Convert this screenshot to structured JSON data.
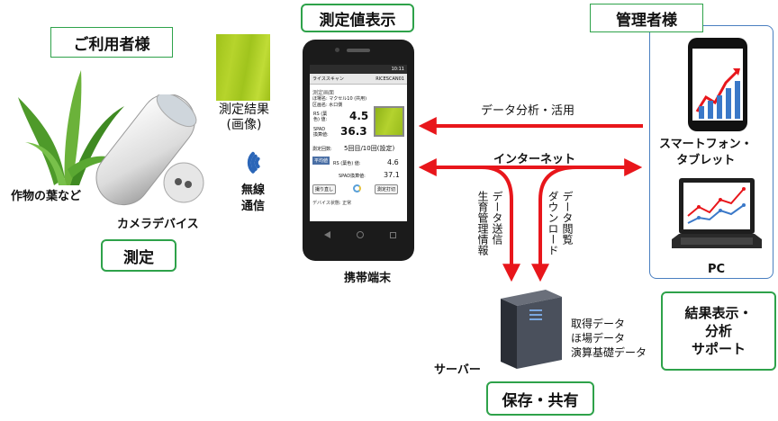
{
  "titles": {
    "users": "ご利用者様",
    "display": "測定値表示",
    "admin": "管理者様"
  },
  "boxes": {
    "measure": "測定",
    "results": [
      "結果表示・",
      "分析",
      "サポート"
    ],
    "storage": "保存・共有"
  },
  "labels": {
    "leaf": "作物の葉など",
    "camera": "カメラデバイス",
    "result_image": [
      "測定結果",
      "(画像)"
    ],
    "wireless": [
      "無線",
      "通信"
    ],
    "mobile": "携帯端末",
    "server": "サーバー",
    "smartphone": [
      "スマートフォン・",
      "タブレット"
    ],
    "pc": "PC",
    "internet": "インターネット",
    "analysis": "データ分析・活用",
    "upload": [
      "データ送信",
      "生育管理情報"
    ],
    "download": [
      "データ閲覧",
      "ダウンロード"
    ],
    "server_data": [
      "取得データ",
      "ほ場データ",
      "演算基礎データ"
    ]
  },
  "screen": {
    "time": "10:11",
    "app_title": "ライススキャン",
    "device_id": "RICESCAN01",
    "section": "測定画面",
    "field": "ほ場名: マクセル10 (共用)",
    "area": "区画名: 水口側",
    "rs_label": [
      "RS (葉",
      "色) 値:"
    ],
    "rs_value": "4.5",
    "spad_label": [
      "SPAD",
      "換算値:"
    ],
    "spad_value": "36.3",
    "count_label": "測定回数:",
    "count_value": "5回目/10回(設定)",
    "avg_badge": "平均値",
    "avg_rs_label": "RS (葉色) 値:",
    "avg_rs_value": "4.6",
    "avg_spad_label": "SPAD換算値:",
    "avg_spad_value": "37.1",
    "retry_button": "撮り直し",
    "stop_button": "測定打切",
    "device_status": "デバイス状態: 正常"
  },
  "colors": {
    "green_border": "#2ea24a",
    "arrow_red": "#e8161b",
    "admin_border": "#4a7fc0",
    "leaf_green": "#a6c81f"
  }
}
